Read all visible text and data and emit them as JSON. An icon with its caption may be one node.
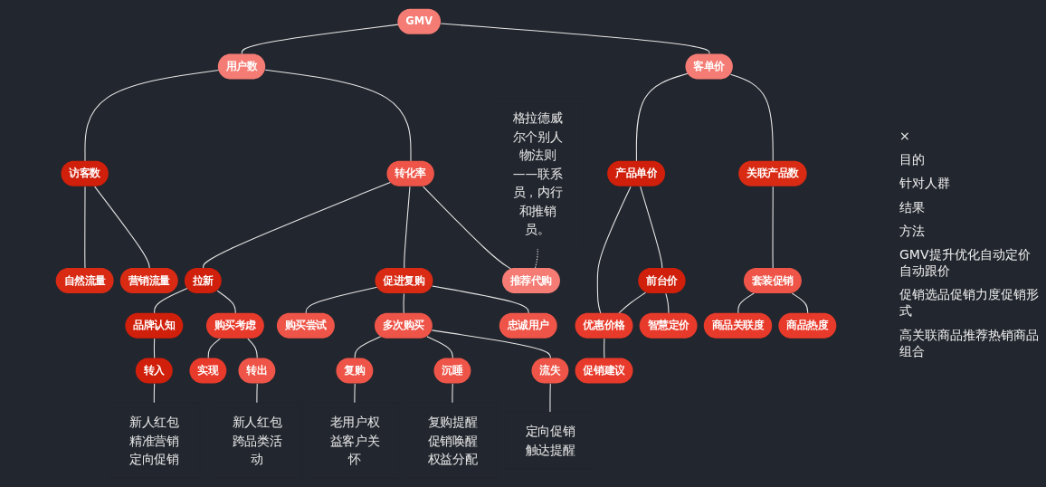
{
  "diagram": {
    "nodes": [
      {
        "text": [
          "GMV"
        ]
      },
      {
        "text": [
          "用户数"
        ]
      },
      {
        "text": [
          "客单价"
        ]
      },
      {
        "text": [
          "访客数"
        ]
      },
      {
        "text": [
          "转化率"
        ]
      },
      {
        "text": [
          "自然流量"
        ]
      },
      {
        "text": [
          "营销流量"
        ]
      },
      {
        "text": [
          "拉新"
        ]
      },
      {
        "text": [
          "促进复购"
        ]
      },
      {
        "text": [
          "推荐代购"
        ]
      },
      {
        "text": [
          "品牌认知"
        ]
      },
      {
        "text": [
          "购买考虑"
        ]
      },
      {
        "text": [
          "购买尝试"
        ]
      },
      {
        "text": [
          "多次购买"
        ]
      },
      {
        "text": [
          "忠诚用户"
        ]
      },
      {
        "text": [
          "转入"
        ]
      },
      {
        "text": [
          "实现"
        ]
      },
      {
        "text": [
          "转出"
        ]
      },
      {
        "text": [
          "复购"
        ]
      },
      {
        "text": [
          "沉睡"
        ]
      },
      {
        "text": [
          "流失"
        ]
      },
      {
        "text": [
          "新人红包精准营销定向促销"
        ]
      },
      {
        "text": [
          "新人红包跨品类活动"
        ]
      },
      {
        "text": [
          "老用户权益客户关怀"
        ]
      },
      {
        "text": [
          "复购提醒促销唤醒权益分配"
        ]
      },
      {
        "text": [
          "定向促销触达提醒"
        ]
      },
      {
        "text": [
          "格拉德威尔个别人物法则——联系员，内行和推销员。"
        ]
      },
      {
        "text": [
          "产品单价"
        ]
      },
      {
        "text": [
          "关联产品数"
        ]
      },
      {
        "text": [
          "前台价"
        ]
      },
      {
        "text": [
          "优惠价格"
        ]
      },
      {
        "text": [
          "智慧定价"
        ]
      },
      {
        "text": [
          "促销建议"
        ]
      },
      {
        "text": [
          "套装促销"
        ]
      },
      {
        "text": [
          "商品关联度"
        ]
      },
      {
        "text": [
          "商品热度"
        ]
      }
    ],
    "edges": [
      {
        "from": 0,
        "to": 1,
        "arrow": "none"
      },
      {
        "from": 0,
        "to": 2,
        "arrow": "none"
      },
      {
        "from": 1,
        "to": 3,
        "arrow": "none"
      },
      {
        "from": 1,
        "to": 4,
        "arrow": "none"
      },
      {
        "from": 3,
        "to": 5,
        "arrow": "none"
      },
      {
        "from": 3,
        "to": 6,
        "arrow": "none"
      },
      {
        "from": 4,
        "to": 7,
        "arrow": "none"
      },
      {
        "from": 4,
        "to": 8,
        "arrow": "none"
      },
      {
        "from": 4,
        "to": 9,
        "arrow": "none"
      },
      {
        "from": 7,
        "to": 10,
        "arrow": "none"
      },
      {
        "from": 7,
        "to": 11,
        "arrow": "none"
      },
      {
        "from": 8,
        "to": 12,
        "arrow": "none"
      },
      {
        "from": 8,
        "to": 13,
        "arrow": "none"
      },
      {
        "from": 8,
        "to": 14,
        "arrow": "none"
      },
      {
        "from": 10,
        "to": 15,
        "arrow": "none"
      },
      {
        "from": 11,
        "to": 16,
        "arrow": "none"
      },
      {
        "from": 11,
        "to": 17,
        "arrow": "none"
      },
      {
        "from": 13,
        "to": 18,
        "arrow": "none"
      },
      {
        "from": 13,
        "to": 19,
        "arrow": "none"
      },
      {
        "from": 13,
        "to": 20,
        "arrow": "none"
      },
      {
        "from": 15,
        "to": 21,
        "arrow": "none"
      },
      {
        "from": 17,
        "to": 22,
        "arrow": "none"
      },
      {
        "from": 18,
        "to": 23,
        "arrow": "none"
      },
      {
        "from": 19,
        "to": 24,
        "arrow": "none"
      },
      {
        "from": 20,
        "to": 25,
        "arrow": "none"
      },
      {
        "from": 26,
        "to": 9,
        "arrow": "none",
        "style": "dashed"
      },
      {
        "from": 2,
        "to": 27,
        "arrow": "none"
      },
      {
        "from": 2,
        "to": 28,
        "arrow": "none"
      },
      {
        "from": 27,
        "to": 29,
        "arrow": "none"
      },
      {
        "from": 27,
        "to": 30,
        "arrow": "none"
      },
      {
        "from": 29,
        "to": 30,
        "arrow": "none"
      },
      {
        "from": 29,
        "to": 31,
        "arrow": "none"
      },
      {
        "from": 30,
        "to": 32,
        "arrow": "none"
      },
      {
        "from": 28,
        "to": 33,
        "arrow": "none"
      },
      {
        "from": 33,
        "to": 34,
        "arrow": "none"
      },
      {
        "from": 33,
        "to": 35,
        "arrow": "none"
      }
    ],
    "labels": [
      "×",
      "目的",
      "针对人群",
      "结果",
      "方法",
      "GMV提升优化自动定价自动跟价",
      "促销选品促销力度促销形式",
      "高关联商品推荐热销商品组合"
    ]
  }
}
